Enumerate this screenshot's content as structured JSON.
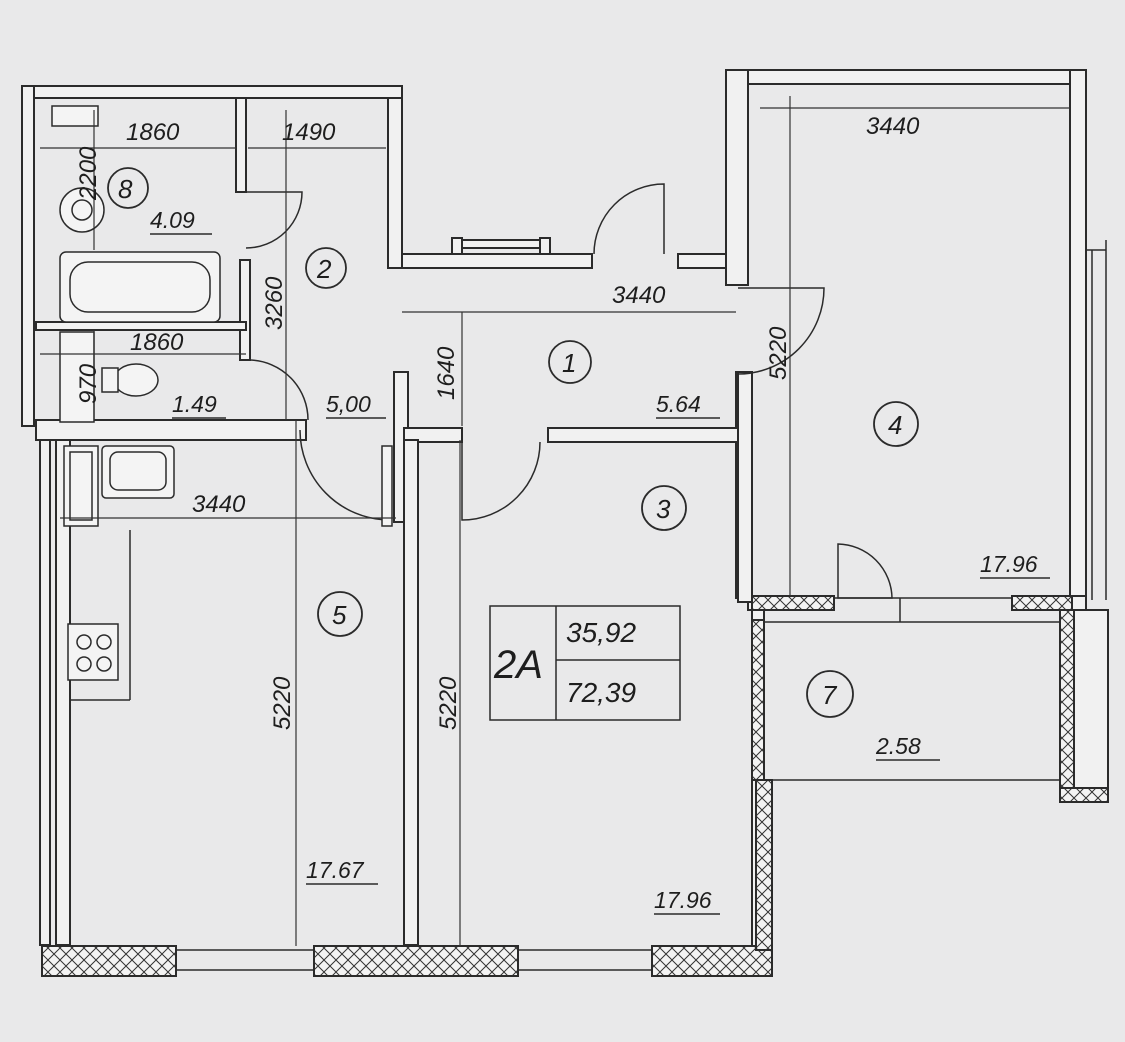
{
  "plan": {
    "unit_type": "2А",
    "living_area": "35,92",
    "total_area": "72,39"
  },
  "rooms": [
    {
      "number": "1",
      "area": "5.64"
    },
    {
      "number": "2",
      "area": "5,00"
    },
    {
      "number": "3",
      "area": "17.96"
    },
    {
      "number": "4",
      "area": "17.96"
    },
    {
      "number": "5",
      "area": "17.67"
    },
    {
      "number": "7",
      "area": "4.09"
    },
    {
      "number": "8",
      "area": "2.58"
    }
  ],
  "wc_area": "1.49",
  "dimensions": {
    "bath_width": "1860",
    "bath_depth": "2200",
    "corridor_width": "1490",
    "corridor_length": "3260",
    "hall_width": "3440",
    "hall_depth": "1640",
    "wc_width": "1860",
    "wc_depth": "970",
    "room4_width": "3440",
    "room4_length": "5220",
    "kitchen_width": "3440",
    "kitchen_length": "5220",
    "room3_length": "5220"
  }
}
